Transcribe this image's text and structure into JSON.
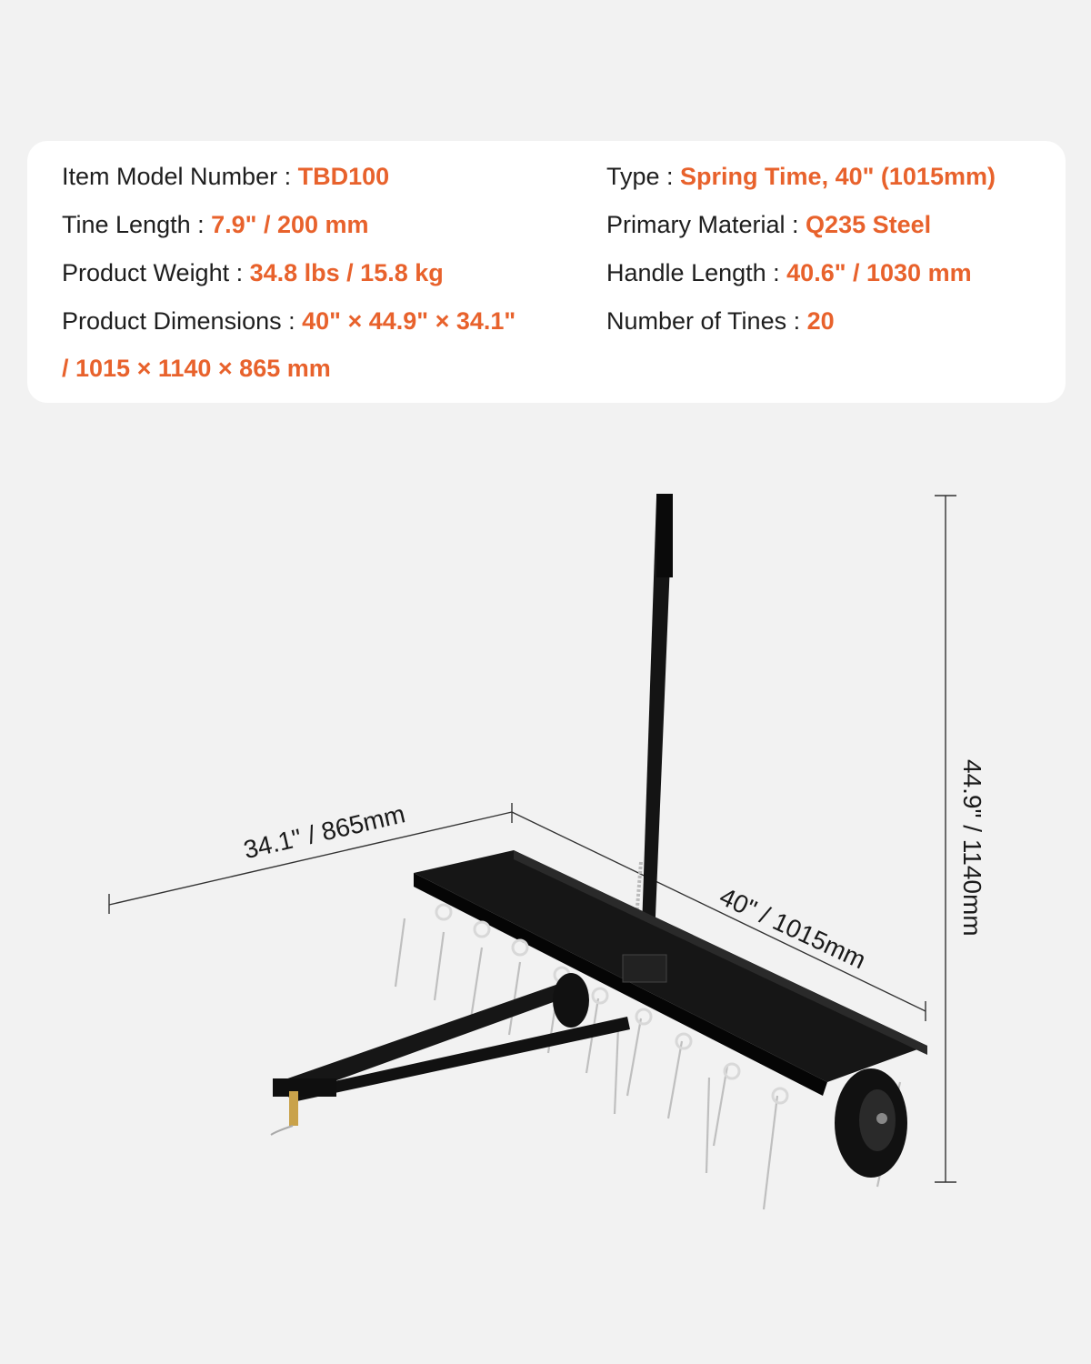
{
  "specs": {
    "model": {
      "label": "Item Model Number : ",
      "value": "TBD100"
    },
    "type": {
      "label": "Type : ",
      "value": "Spring Time, 40\" (1015mm)"
    },
    "tine_length": {
      "label": "Tine Length : ",
      "value": "7.9\" / 200 mm"
    },
    "material": {
      "label": "Primary Material : ",
      "value": "Q235 Steel"
    },
    "weight": {
      "label": "Product Weight : ",
      "value": "34.8 lbs / 15.8 kg"
    },
    "handle_length": {
      "label": "Handle Length : ",
      "value": "40.6\" / 1030 mm"
    },
    "dimensions": {
      "label": "Product Dimensions : ",
      "value": "40\" × 44.9\" × 34.1\"",
      "value_line2": "/ 1015 × 1140 × 865 mm"
    },
    "tines": {
      "label": "Number of Tines : ",
      "value": "20"
    }
  },
  "dimensions_labels": {
    "depth": "34.1\" / 865mm",
    "width": "40\" / 1015mm",
    "height": "44.9\" / 1140mm"
  },
  "colors": {
    "accent": "#e8622c",
    "text": "#1e1e1e",
    "background": "#f2f2f2",
    "card": "#ffffff"
  }
}
